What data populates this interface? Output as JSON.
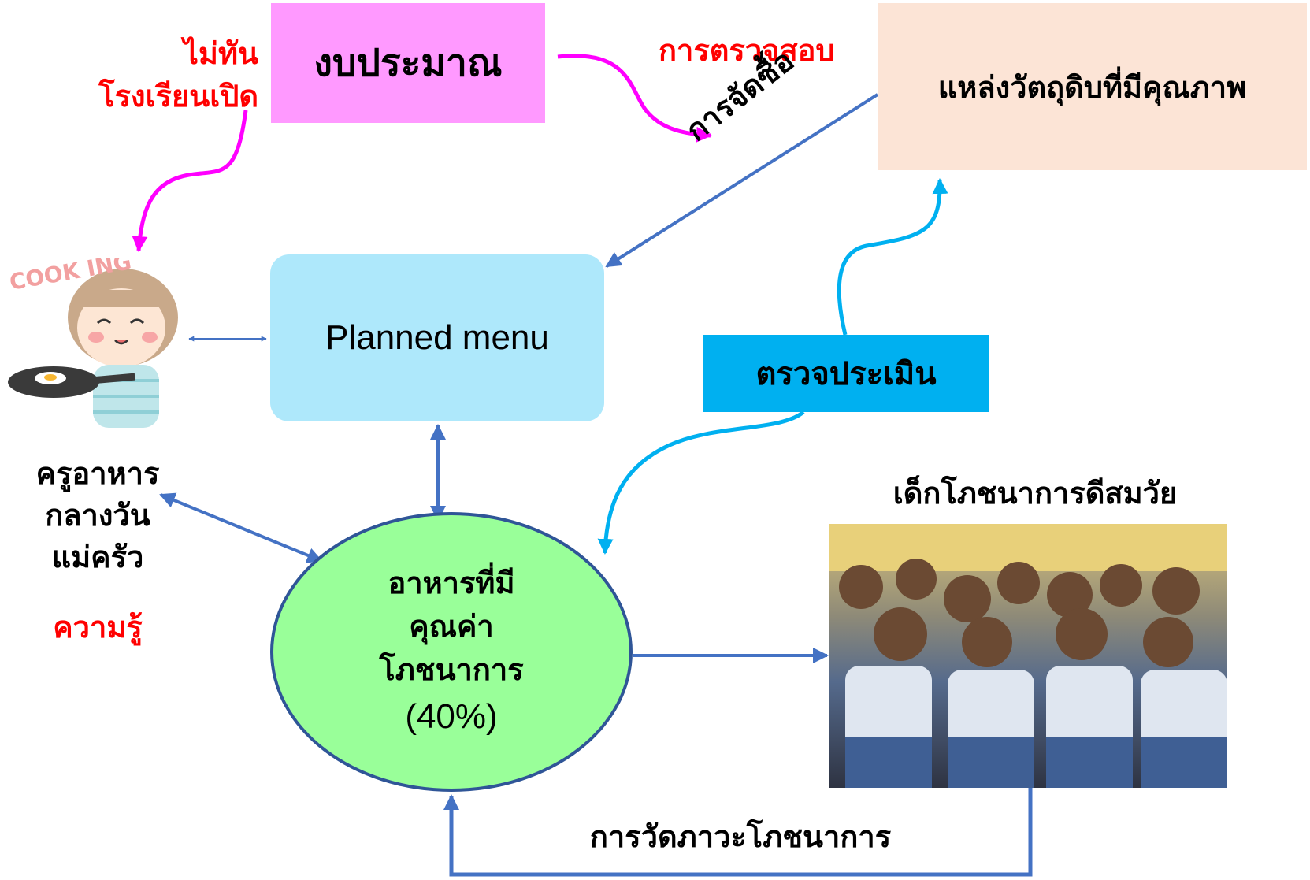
{
  "nodes": {
    "budget": "งบประมาณ",
    "quality_source": "แหล่งวัตถุดิบที่มีคุณภาพ",
    "planned_menu": "Planned menu",
    "assess": "ตรวจประเมิน",
    "food_line1": "อาหารที่มี",
    "food_line2": "คุณค่า",
    "food_line3": "โภชนาการ",
    "food_line4": "(40%)"
  },
  "labels": {
    "not_in_time_1": "ไม่ทัน",
    "not_in_time_2": "โรงเรียนเปิด",
    "audit": "การตรวจสอบ",
    "procurement": "การจัดซื้อ",
    "teacher_1": "ครูอาหาร",
    "teacher_2": "กลางวัน",
    "teacher_3": "แม่ครัว",
    "knowledge": "ความรู้",
    "healthy_kids": "เด็กโภชนาการดีสมวัย",
    "measure": "การวัดภาวะโภชนาการ"
  },
  "cooking_sticker": "COOK ING",
  "colors": {
    "budget_box": "#ff99ff",
    "source_box": "#fce4d6",
    "menu_box": "#aee8fb",
    "assess_box": "#00b0f0",
    "food_ellipse": "#99ff99",
    "arrow_blue": "#4472c4",
    "arrow_magenta": "#ff00ff",
    "arrow_cyan": "#00b0f0",
    "red_text": "#ff0000"
  },
  "icons": [
    "cooking-girl-illustration",
    "children-group-photo"
  ]
}
